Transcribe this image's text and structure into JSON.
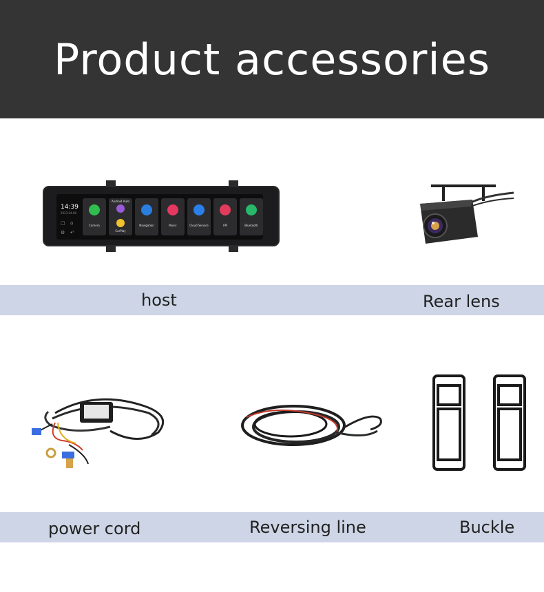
{
  "header": {
    "title": "Product accessories"
  },
  "labels": {
    "host": "host",
    "rear_lens": "Rear lens",
    "power_cord": "power cord",
    "reversing_line": "Reversing line",
    "buckle": "Buckle"
  },
  "host_screen": {
    "time": "14:39",
    "date": "2023.04.08",
    "tiles": [
      "Camera",
      "Android Auto",
      "Navigation",
      "Music",
      "Cloud Service",
      "FM",
      "Bluetooth"
    ],
    "carplay": "CarPlay"
  },
  "colors": {
    "banner": "#343434",
    "label_bar": "#cdd5e6",
    "tile_camera": "#2fbe4f",
    "tile_android": "#9a5ad8",
    "tile_nav": "#2a7ee0",
    "tile_music": "#e53860",
    "tile_cloud": "#2a80e8",
    "tile_fm": "#e23c5c",
    "tile_bt": "#27b86a",
    "carplay": "#f2c12e"
  }
}
